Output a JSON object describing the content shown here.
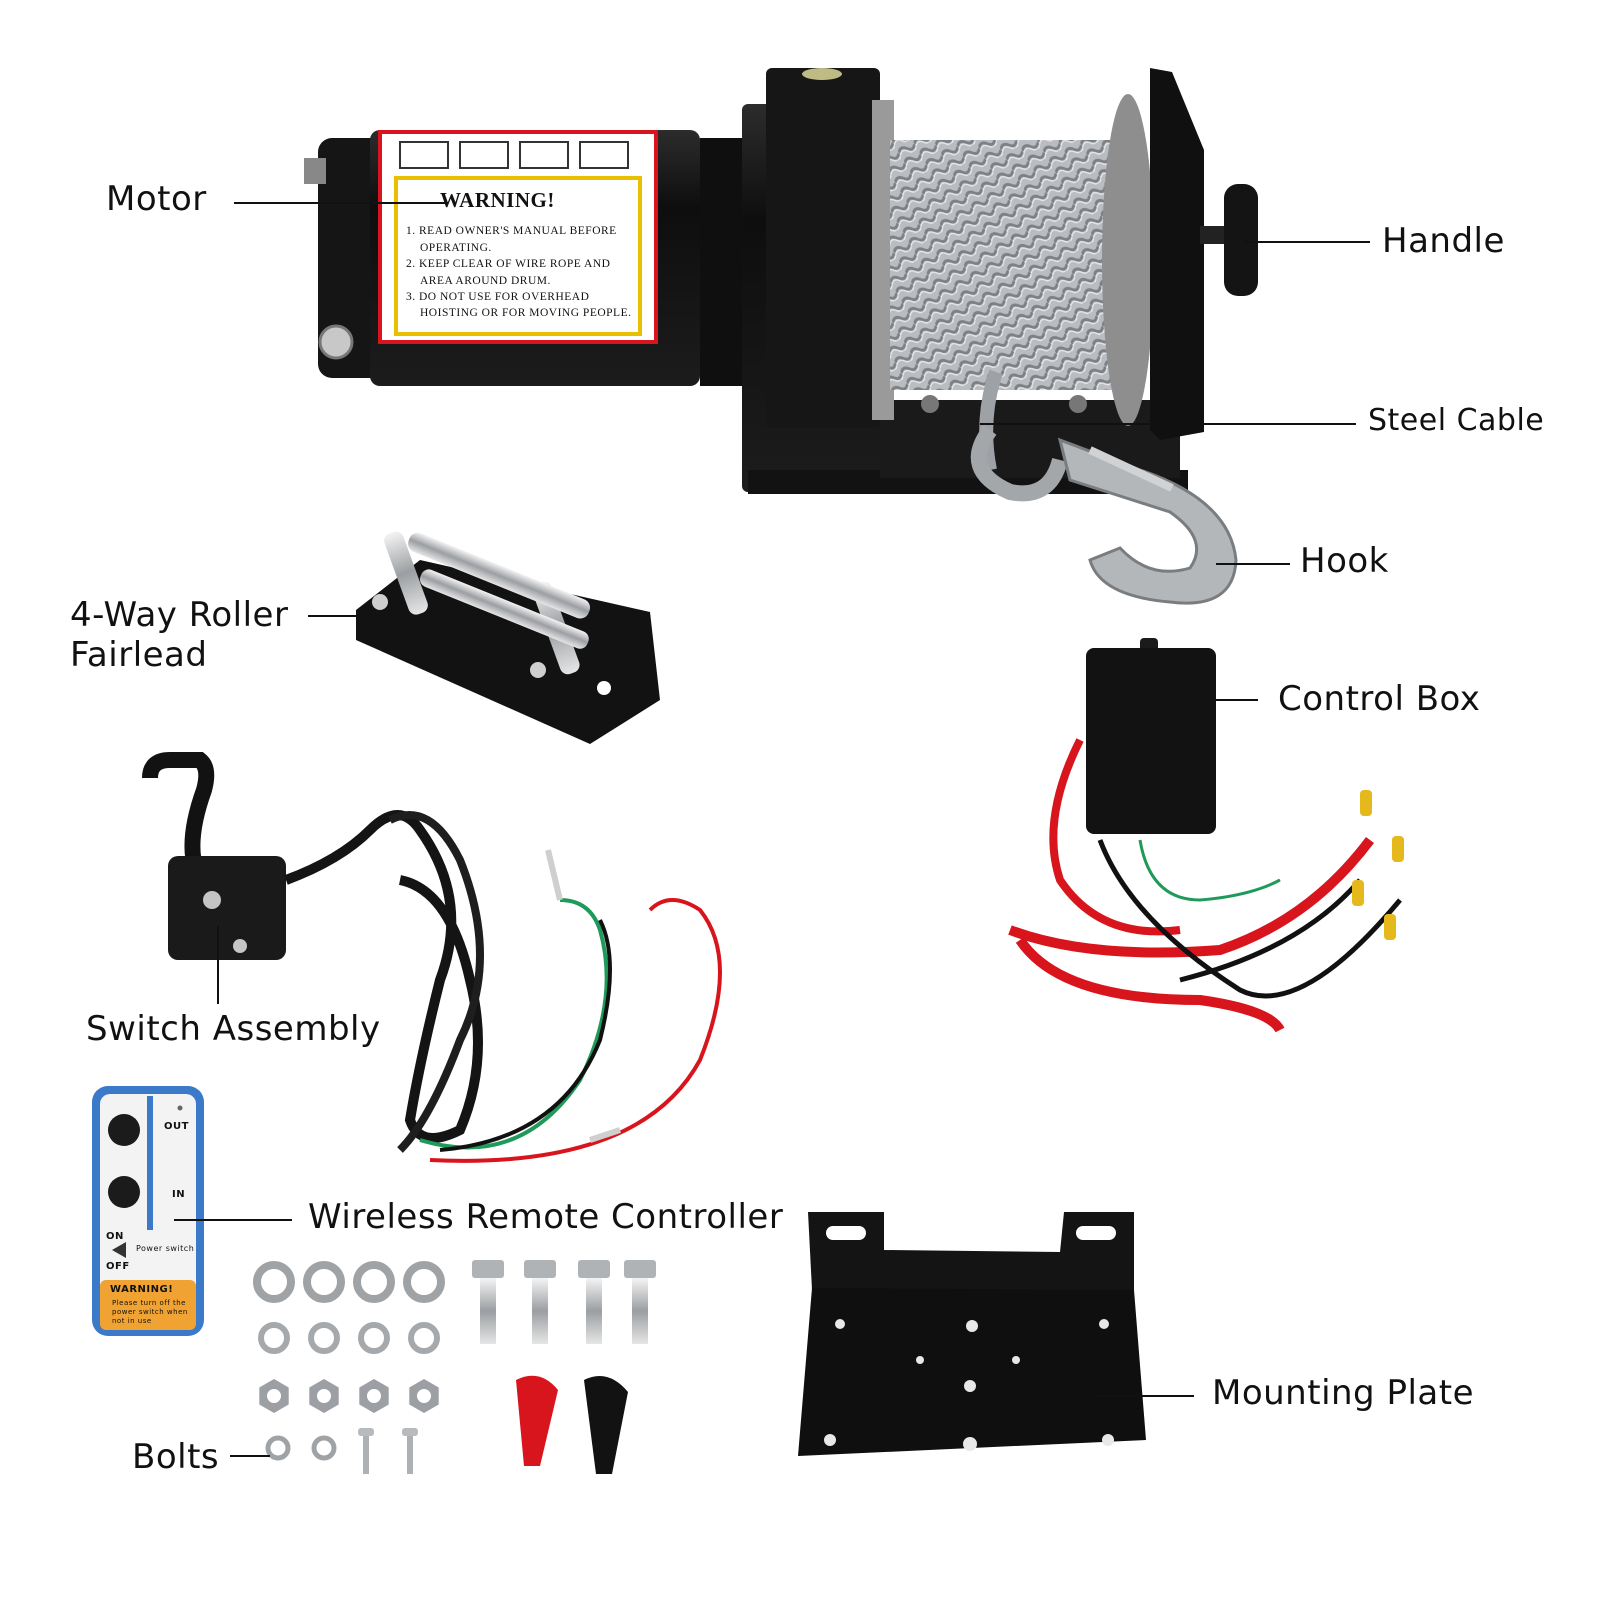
{
  "labels": {
    "motor": "Motor",
    "handle": "Handle",
    "steel_cable": "Steel Cable",
    "hook": "Hook",
    "fairlead_line1": "4-Way Roller",
    "fairlead_line2": "Fairlead",
    "control_box": "Control Box",
    "switch_assembly": "Switch Assembly",
    "wireless_remote": "Wireless Remote Controller",
    "bolts": "Bolts",
    "mounting_plate": "Mounting Plate"
  },
  "warning_sticker": {
    "title": "WARNING!",
    "line1": "1. READ OWNER'S MANUAL BEFORE",
    "line2": "OPERATING.",
    "line3": "2. KEEP CLEAR OF WIRE ROPE AND",
    "line4": "AREA AROUND DRUM.",
    "line5": "3. DO NOT USE FOR OVERHEAD",
    "line6": "HOISTING OR FOR MOVING PEOPLE."
  },
  "remote": {
    "out": "OUT",
    "in": "IN",
    "on": "ON",
    "off": "OFF",
    "power_switch": "Power switch",
    "warning_title": "WARNING!",
    "warning_line1": "Please turn off the",
    "warning_line2": "power switch when",
    "warning_line3": "not in use"
  },
  "colors": {
    "body_black": "#141414",
    "cable_gray": "#a9acb0",
    "wire_red": "#d8141c",
    "wire_green": "#1f9a5a",
    "remote_blue": "#3b79c9",
    "warning_orange": "#f0a232",
    "terminal_yellow": "#e5b81b"
  }
}
